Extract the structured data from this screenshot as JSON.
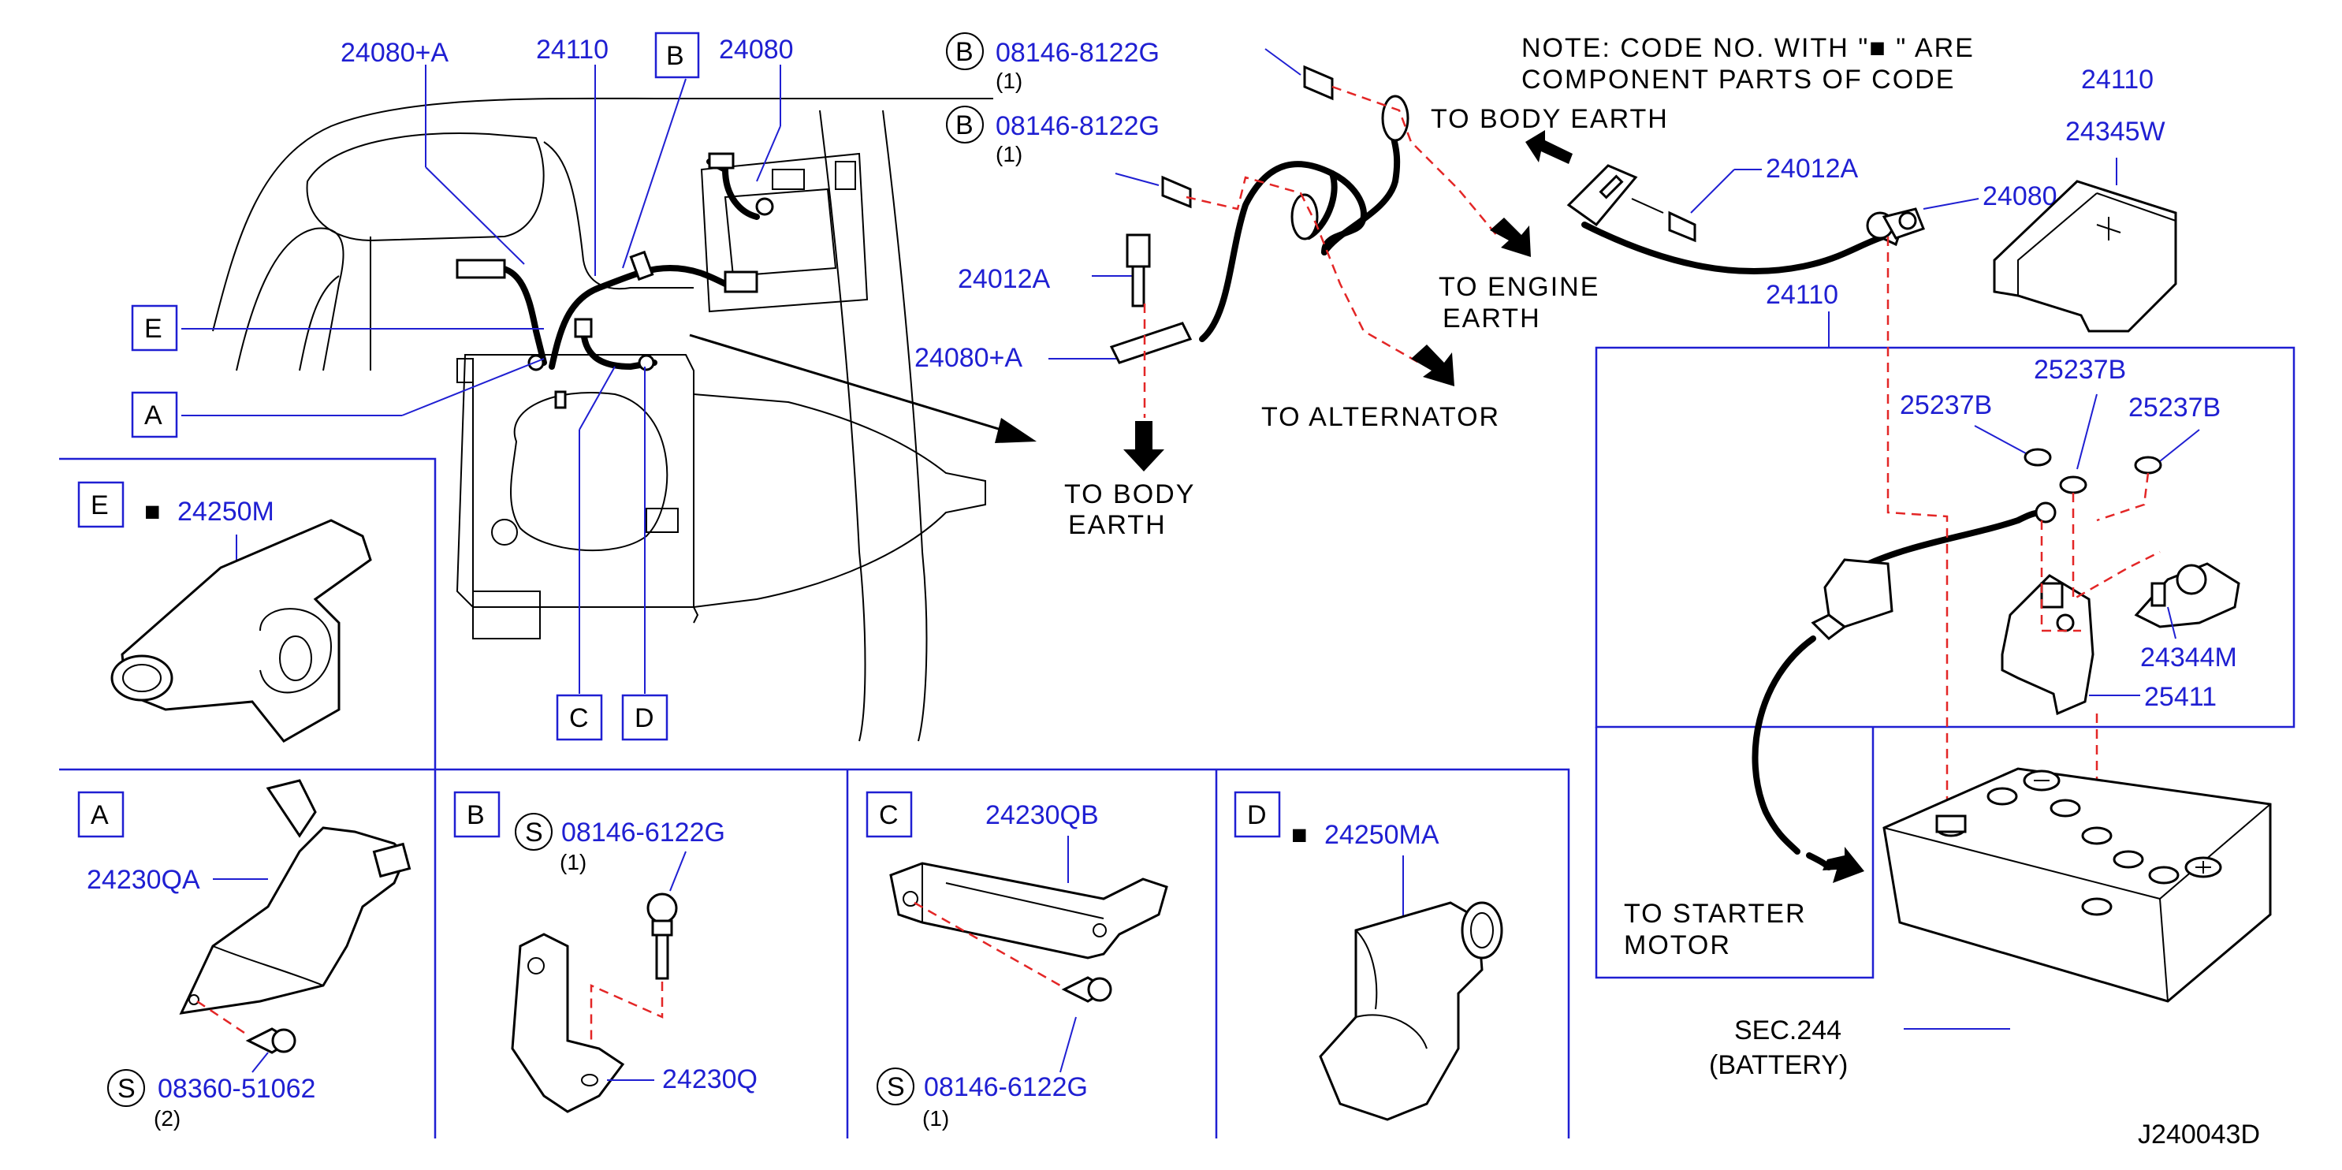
{
  "note": {
    "line1": "NOTE: CODE NO. WITH \"■ \" ARE",
    "line2": "COMPONENT PARTS OF CODE",
    "code": "24110"
  },
  "main_labels": {
    "p24080A": "24080+A",
    "p24110": "24110",
    "p24080": "24080",
    "callout_B": "B",
    "callout_E": "E",
    "callout_A": "A",
    "callout_C": "C",
    "callout_D": "D"
  },
  "cable_labels": {
    "bolt1_sym": "B",
    "bolt1_pn": "08146-8122G",
    "bolt1_qty": "(1)",
    "bolt2_sym": "B",
    "bolt2_pn": "08146-8122G",
    "bolt2_qty": "(1)",
    "p24012A": "24012A",
    "p24080A": "24080+A",
    "to_body_earth_1": "TO BODY",
    "to_body_earth_2": "EARTH",
    "to_alternator": "TO ALTERNATOR",
    "to_engine_1": "TO ENGINE",
    "to_engine_2": "EARTH",
    "to_body_earth_top": "TO BODY EARTH"
  },
  "right_labels": {
    "p24012A": "24012A",
    "p24080": "24080",
    "p24345W": "24345W",
    "p24110": "24110",
    "p25237B_1": "25237B",
    "p25237B_2": "25237B",
    "p25237B_3": "25237B",
    "p24344M": "24344M",
    "p25411": "25411",
    "to_starter_1": "TO STARTER",
    "to_starter_2": "MOTOR",
    "battery_1": "SEC.244",
    "battery_2": "(BATTERY)",
    "drawing_id": "J240043D"
  },
  "panel_E": {
    "letter": "E",
    "marker": "■",
    "pn": "24250M"
  },
  "panel_A": {
    "letter": "A",
    "pn": "24230QA",
    "bolt_sym": "S",
    "bolt_pn": "08360-51062",
    "bolt_qty": "(2)"
  },
  "panel_B": {
    "letter": "B",
    "bolt_sym": "S",
    "bolt_pn": "08146-6122G",
    "bolt_qty": "(1)",
    "pn": "24230Q"
  },
  "panel_C": {
    "letter": "C",
    "pn": "24230QB",
    "bolt_sym": "S",
    "bolt_pn": "08146-6122G",
    "bolt_qty": "(1)"
  },
  "panel_D": {
    "letter": "D",
    "marker": "■",
    "pn": "24250MA"
  },
  "colors": {
    "part_number": "#1f1fd2",
    "dashed_leader": "#e32626",
    "line": "#000000"
  }
}
